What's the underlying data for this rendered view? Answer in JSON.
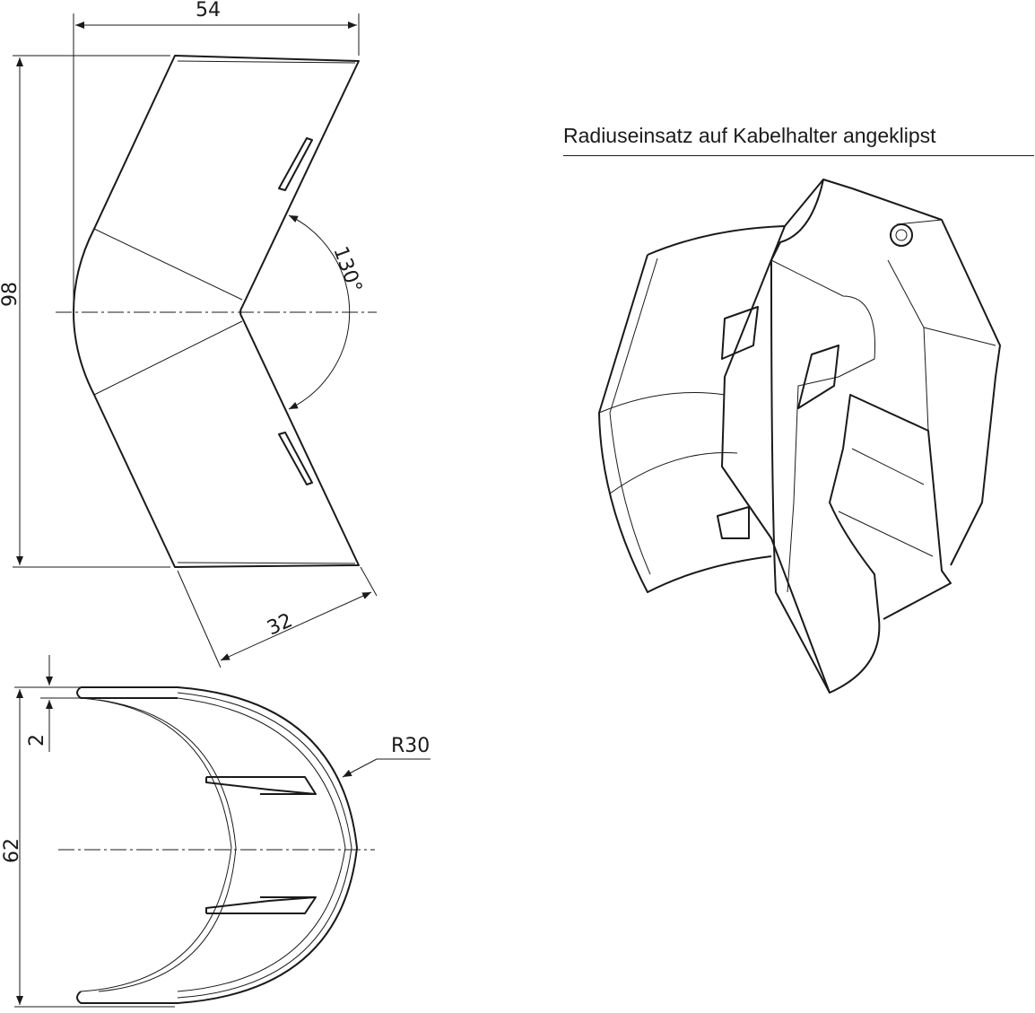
{
  "title": "Radiuseinsatz auf Kabelhalter angeklipst",
  "dimensions": {
    "width_top": "54",
    "height_top": "98",
    "angle": "130°",
    "flank": "32",
    "thickness": "2",
    "height_bottom": "62",
    "radius": "R30"
  },
  "colors": {
    "line": "#1a1a1a",
    "background": "#ffffff"
  }
}
